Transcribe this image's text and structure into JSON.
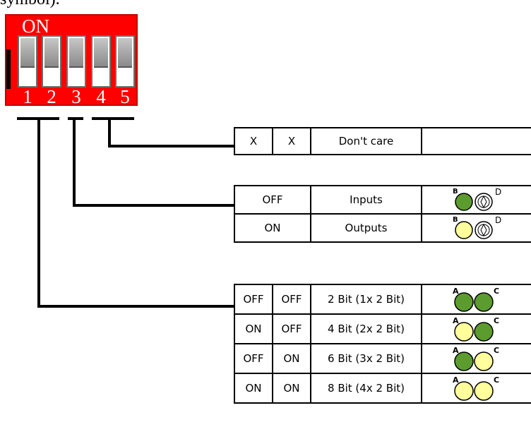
{
  "top_text": "symbol).",
  "dip_switch": {
    "on_label": "ON",
    "switch_numbers": [
      "1",
      "2",
      "3",
      "4",
      "5"
    ]
  },
  "table_dont_care": {
    "rows": [
      {
        "col1": "X",
        "col2": "X",
        "description": "Don't care"
      }
    ]
  },
  "table_io": {
    "rows": [
      {
        "state": "OFF",
        "description": "Inputs",
        "led_color": "#5c9c2e",
        "letters": [
          "B",
          "D"
        ]
      },
      {
        "state": "ON",
        "description": "Outputs",
        "led_color": "#ffff9c",
        "letters": [
          "B",
          "D"
        ]
      }
    ]
  },
  "table_bits": {
    "rows": [
      {
        "s1": "OFF",
        "s2": "OFF",
        "description": "2 Bit (1x 2 Bit)",
        "led_a": "#5c9c2e",
        "led_c": "#5c9c2e",
        "letters": [
          "A",
          "C"
        ]
      },
      {
        "s1": "ON",
        "s2": "OFF",
        "description": "4 Bit (2x 2 Bit)",
        "led_a": "#ffff9c",
        "led_c": "#5c9c2e",
        "letters": [
          "A",
          "C"
        ]
      },
      {
        "s1": "OFF",
        "s2": "ON",
        "description": "6 Bit (3x 2 Bit)",
        "led_a": "#5c9c2e",
        "led_c": "#ffff9c",
        "letters": [
          "A",
          "C"
        ]
      },
      {
        "s1": "ON",
        "s2": "ON",
        "description": "8 Bit (4x 2 Bit)",
        "led_a": "#ffff9c",
        "led_c": "#ffff9c",
        "letters": [
          "A",
          "C"
        ]
      }
    ]
  },
  "colors": {
    "dip_red": "#ff0000",
    "led_green": "#5c9c2e",
    "led_yellow": "#ffff9c"
  }
}
